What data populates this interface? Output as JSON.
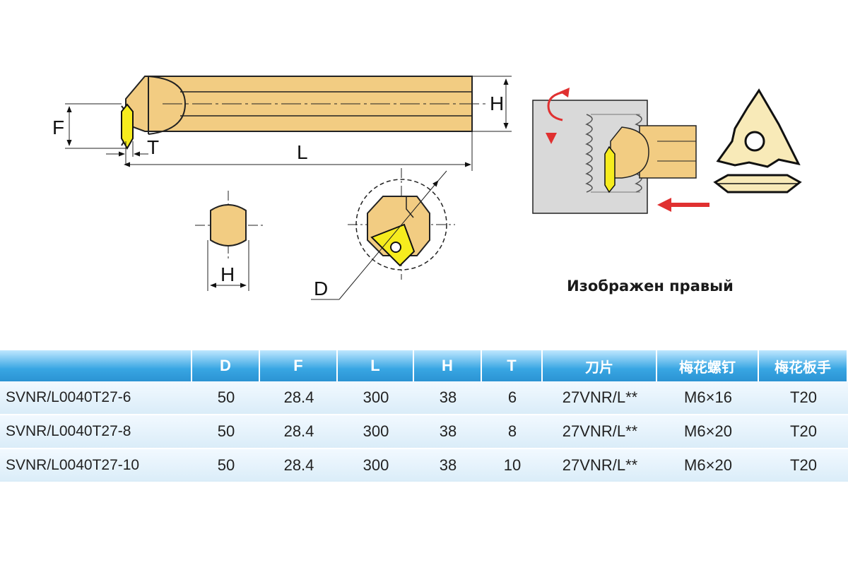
{
  "diagram": {
    "dimension_labels": {
      "F": "F",
      "T": "T",
      "L": "L",
      "H_side": "H",
      "H_section": "H",
      "D": "D"
    },
    "caption": "Изображен правый",
    "colors": {
      "holder": "#f2cc82",
      "insert": "#f6ec1e",
      "workpiece": "#d9d9d9",
      "arrow": "#e03030",
      "insert_plate": "#f8eab8",
      "table_header": "#3aa7e3"
    }
  },
  "table": {
    "headers": [
      "",
      "D",
      "F",
      "L",
      "H",
      "T",
      "刀片",
      "梅花螺钉",
      "梅花板手"
    ],
    "rows": [
      [
        "SVNR/L0040T27-6",
        "50",
        "28.4",
        "300",
        "38",
        "6",
        "27VNR/L**",
        "M6×16",
        "T20"
      ],
      [
        "SVNR/L0040T27-8",
        "50",
        "28.4",
        "300",
        "38",
        "8",
        "27VNR/L**",
        "M6×20",
        "T20"
      ],
      [
        "SVNR/L0040T27-10",
        "50",
        "28.4",
        "300",
        "38",
        "10",
        "27VNR/L**",
        "M6×20",
        "T20"
      ]
    ]
  }
}
